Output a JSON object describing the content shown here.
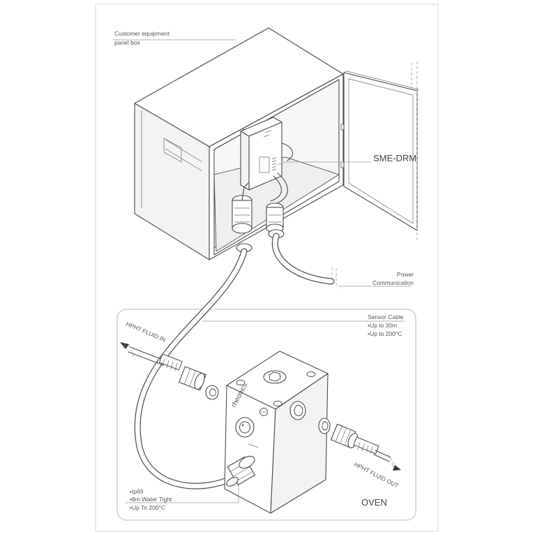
{
  "labels": {
    "panel_box_line1": "Customer equipment",
    "panel_box_line2": "panel box",
    "sme_drm": "SME-DRM",
    "power": "Power",
    "communication": "Communication",
    "sensor_cable": "Sensor Cable",
    "up_to_30m": "•Up to 30m",
    "up_to_200c_cable": "•Up to 200°C",
    "fluid_in": "HPHT FLUID IN",
    "fluid_out": "HPHT FLUID OUT",
    "brand": "rheonics",
    "ip69": "•Ip69",
    "water_tight": "•8m Water Tight",
    "up_to_200c_gland": "•Up To 200°C",
    "oven": "OVEN"
  },
  "icons": [
    "arrow-in-icon",
    "arrow-out-icon"
  ]
}
